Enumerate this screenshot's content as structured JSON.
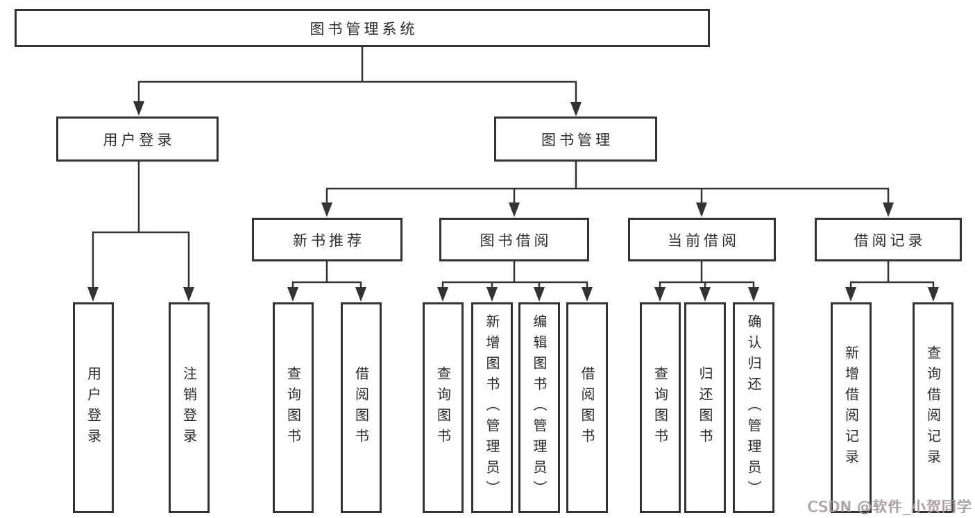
{
  "nodes": {
    "root": "图书管理系统",
    "user_login": "用户登录",
    "book_management": "图书管理",
    "new_book_recommend": "新书推荐",
    "book_borrowing": "图书借阅",
    "current_borrowing": "当前借阅",
    "borrowing_records": "借阅记录",
    "leaf_user_login": "用户登录",
    "leaf_logout": "注销登录",
    "leaf_query_books_recommend": "查询图书",
    "leaf_borrow_books_recommend": "借阅图书",
    "leaf_query_books_borrowing": "查询图书",
    "leaf_add_book_admin": "新增图书（管理员）",
    "leaf_edit_book_admin": "编辑图书（管理员）",
    "leaf_borrow_books_borrowing": "借阅图书",
    "leaf_query_books_current": "查询图书",
    "leaf_return_books": "归还图书",
    "leaf_confirm_return_admin": "确认归还（管理员）",
    "leaf_add_borrow_record": "新增借阅记录",
    "leaf_query_borrow_record": "查询借阅记录"
  },
  "watermark": "CSDN @软件_小贺同学",
  "colors": {
    "line": "#333333",
    "box_border": "#333333",
    "box_background": "#ffffff",
    "text": "#2b2b2b",
    "watermark": "#9e9e9e"
  }
}
